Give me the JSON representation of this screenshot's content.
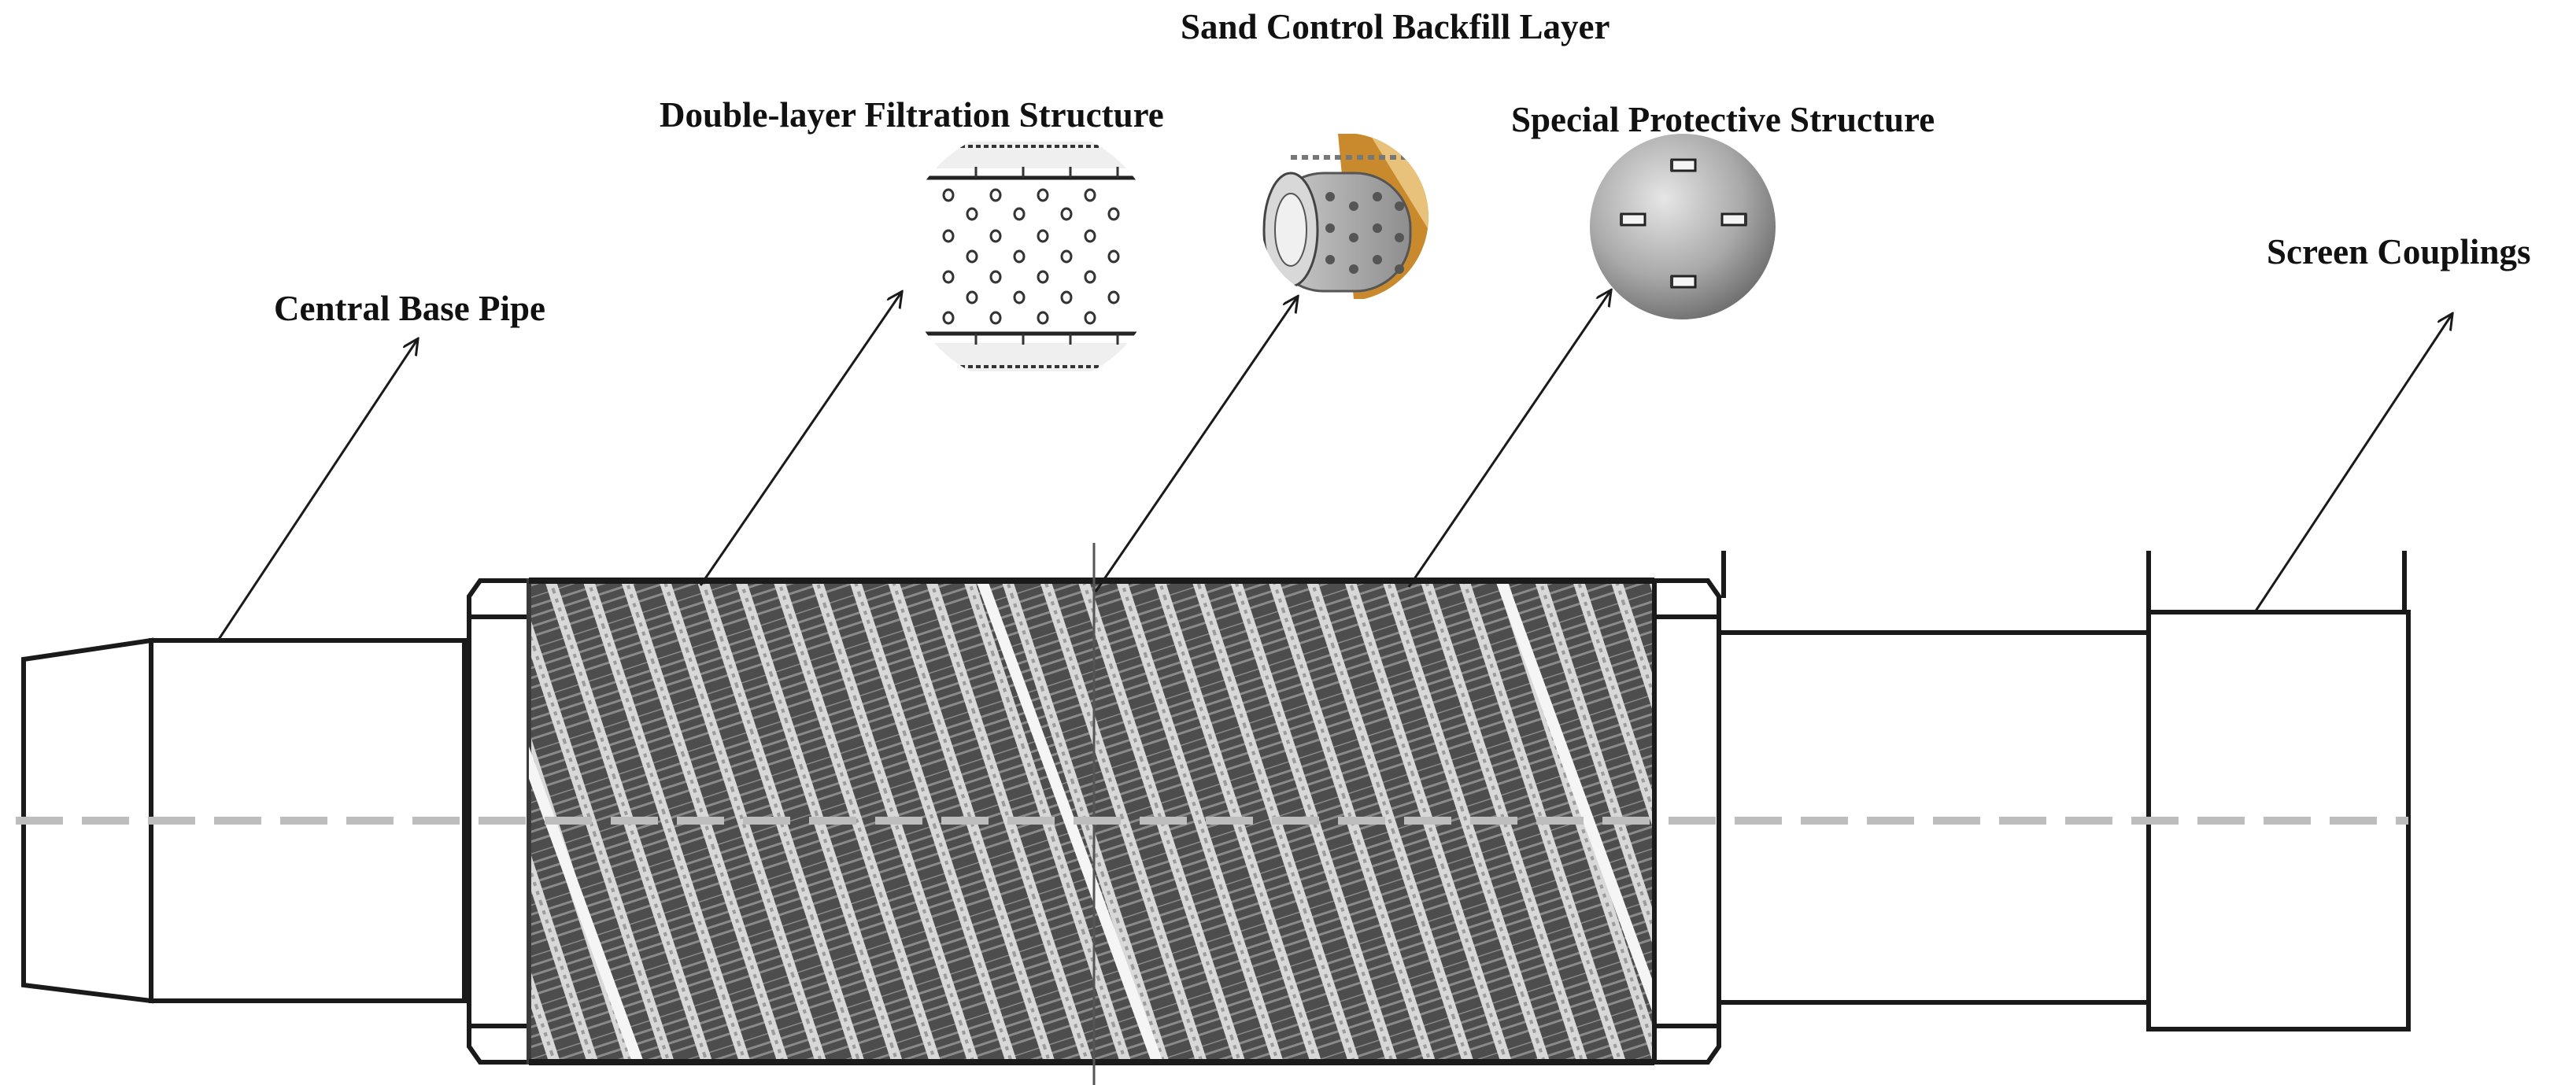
{
  "labels": {
    "backfill": "Sand Control Backfill Layer",
    "filtration": "Double-layer Filtration Structure",
    "protective": "Special Protective Structure",
    "base_pipe": "Central Base Pipe",
    "couplings": "Screen Couplings"
  },
  "colors": {
    "line": "#1a1a1a",
    "mesh_dark": "#3a3a3a",
    "mesh_light": "#f2f2f2",
    "centerline": "#bdbdbd",
    "orange_layer": "#d9a441",
    "steel": "#9a9a9a"
  }
}
